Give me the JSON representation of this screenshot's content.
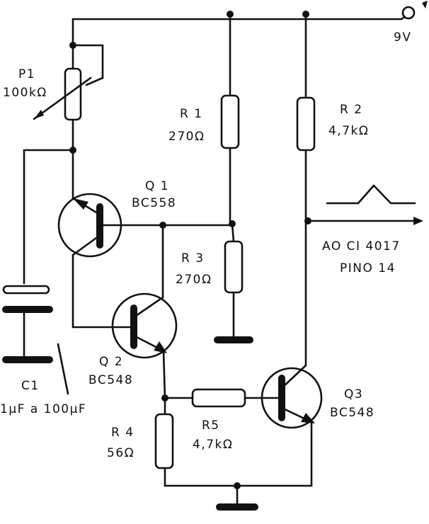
{
  "supply": {
    "label": "9V"
  },
  "P1": {
    "ref": "P1",
    "value": "100kΩ"
  },
  "R1": {
    "ref": "R 1",
    "value": "270Ω"
  },
  "R2": {
    "ref": "R 2",
    "value": "4,7kΩ"
  },
  "R3": {
    "ref": "R 3",
    "value": "270Ω"
  },
  "R4": {
    "ref": "R 4",
    "value": "56Ω"
  },
  "R5": {
    "ref": "R5",
    "value": "4,7kΩ"
  },
  "Q1": {
    "ref": "Q 1",
    "part": "BC558"
  },
  "Q2": {
    "ref": "Q 2",
    "part": "BC548"
  },
  "Q3": {
    "ref": "Q3",
    "part": "BC548"
  },
  "C1": {
    "ref": "C1",
    "value": "1µF a 100µF"
  },
  "output": {
    "line1": "AO CI 4017",
    "line2": "PINO 14"
  }
}
